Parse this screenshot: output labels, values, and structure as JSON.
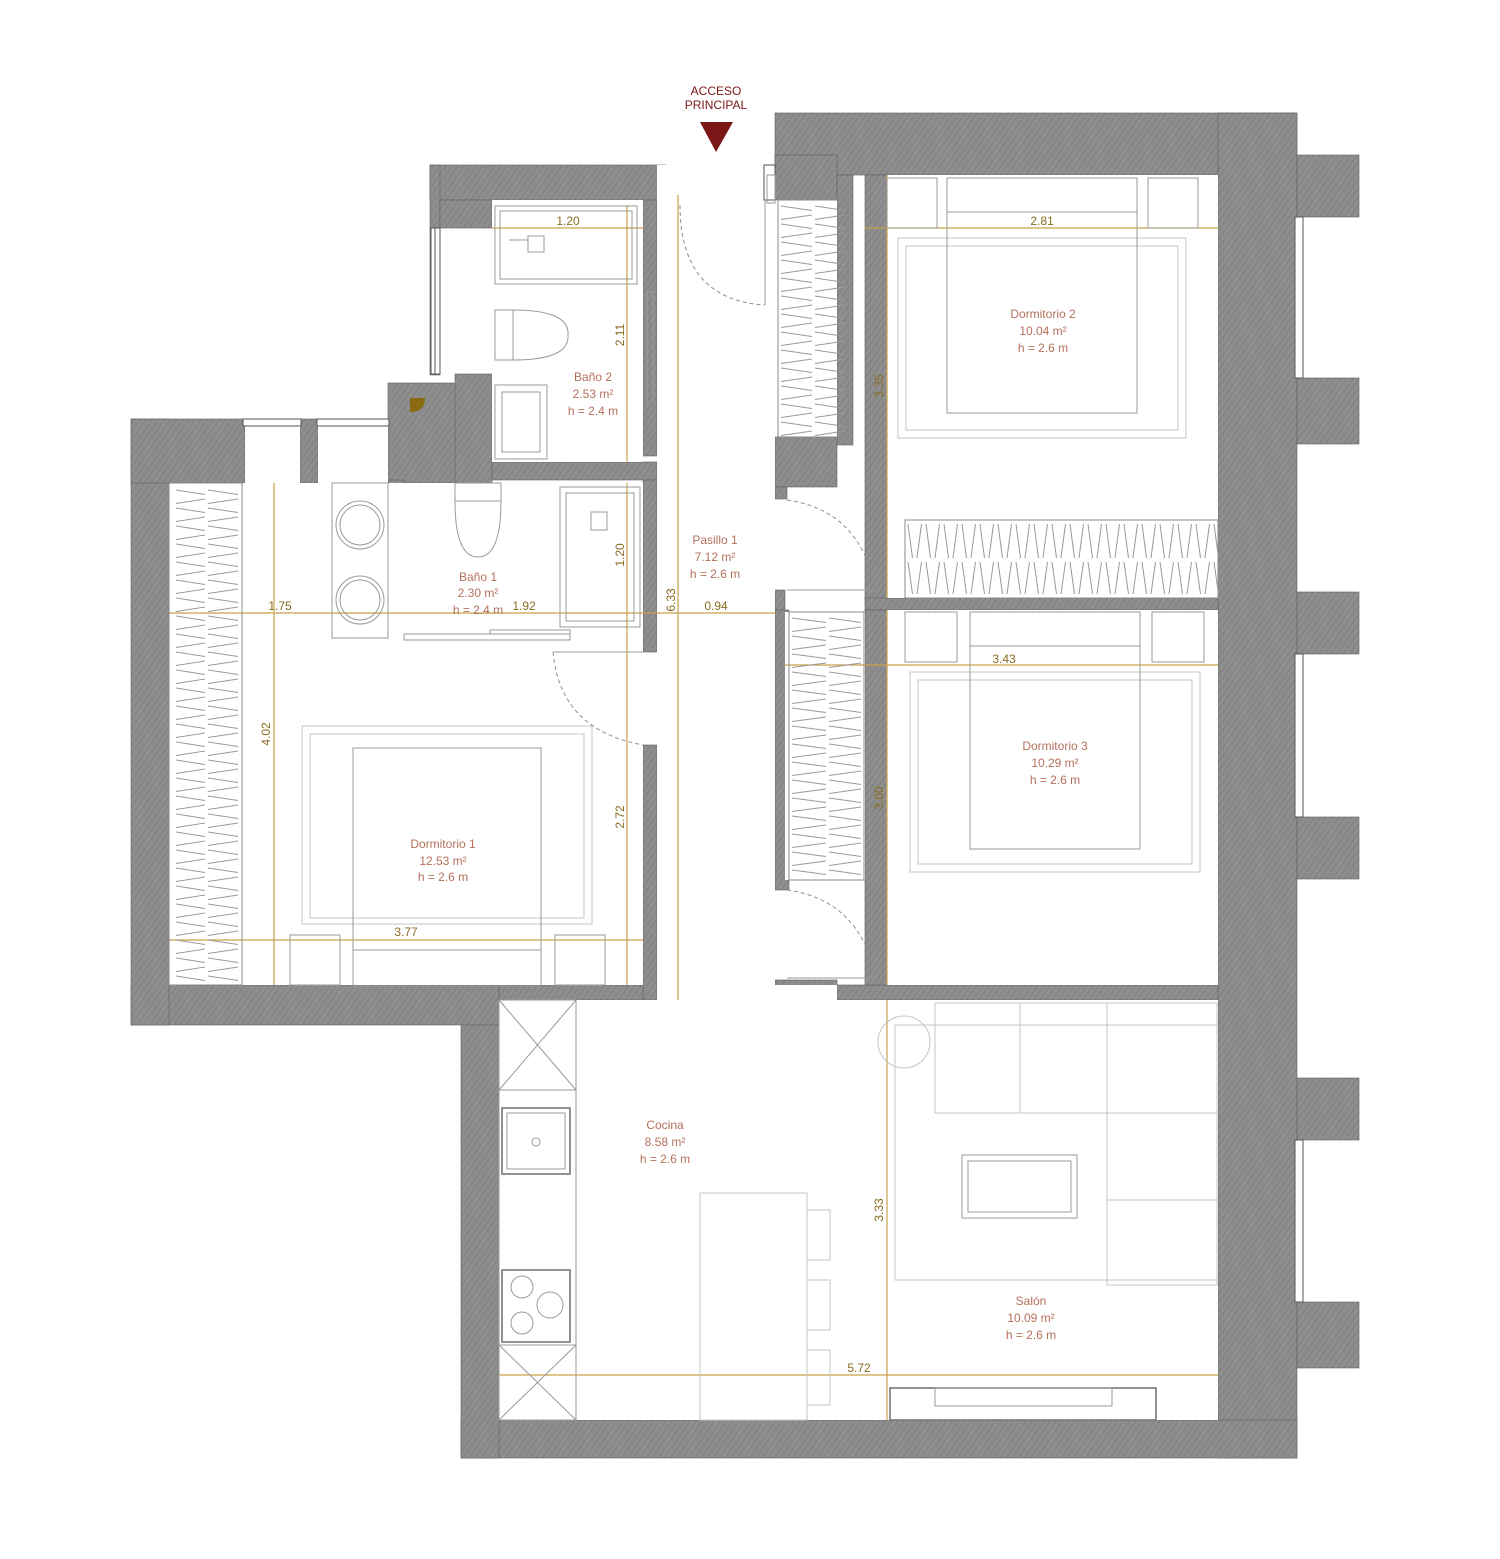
{
  "access": {
    "line1": "ACCESO",
    "line2": "PRINCIPAL",
    "arrow_color": "#7a1616"
  },
  "colors": {
    "wall": "#8c8c8c",
    "dimension": "#c9a24a",
    "label": "#b5705a"
  },
  "rooms": {
    "dorm2": {
      "name": "Dormitorio 2",
      "area": "10.04 m²",
      "height": "h = 2.6 m"
    },
    "dorm3": {
      "name": "Dormitorio 3",
      "area": "10.29 m²",
      "height": "h = 2.6 m"
    },
    "dorm1": {
      "name": "Dormitorio 1",
      "area": "12.53 m²",
      "height": "h = 2.6 m"
    },
    "bano1": {
      "name": "Baño 1",
      "area": "2.30 m²",
      "height": "h = 2.4 m"
    },
    "bano2": {
      "name": "Baño 2",
      "area": "2.53 m²",
      "height": "h = 2.4 m"
    },
    "pasillo": {
      "name": "Pasillo 1",
      "area": "7.12 m²",
      "height": "h = 2.6 m"
    },
    "cocina": {
      "name": "Cocina",
      "area": "8.58 m²",
      "height": "h = 2.6 m"
    },
    "salon": {
      "name": "Salón",
      "area": "10.09 m²",
      "height": "h = 2.6 m"
    }
  },
  "dimensions": {
    "bano2_width": "1.20",
    "bano2_height": "2.11",
    "dorm2_width": "2.81",
    "dorm2_height": "3.35",
    "bano1_shower": "1.20",
    "pasillo_length": "6.33",
    "pasillo_width": "0.94",
    "dorm1_wardrobe": "1.75",
    "bano1_width": "1.92",
    "dorm1_height": "4.02",
    "dorm1_lower": "2.72",
    "dorm1_width": "3.77",
    "dorm3_width": "3.43",
    "dorm3_height": "3.00",
    "salon_height": "3.33",
    "salon_width": "5.72"
  }
}
